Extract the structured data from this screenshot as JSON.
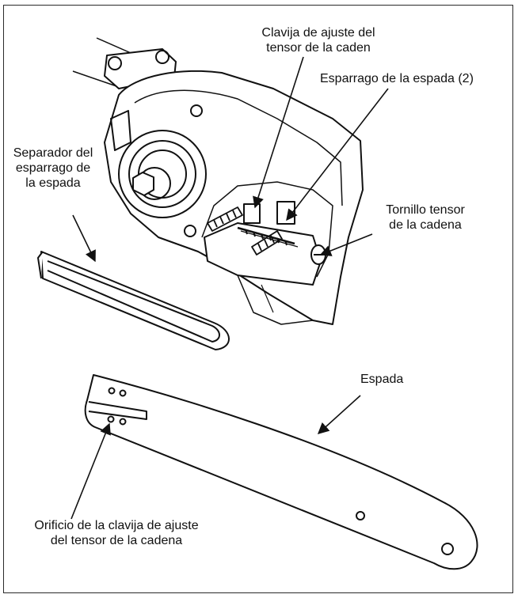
{
  "labels": {
    "clavija": "Clavija de ajuste del\ntensor de la caden",
    "esparrago": "Esparrago de la espada (2)",
    "separador": "Separador del\nesparrago de\nla espada",
    "tornillo": "Tornillo tensor\nde la cadena",
    "espada": "Espada",
    "orificio": "Orificio de la clavija de ajuste\ndel tensor de la cadena"
  },
  "colors": {
    "line": "#111111",
    "frame": "#2a2a2a"
  }
}
